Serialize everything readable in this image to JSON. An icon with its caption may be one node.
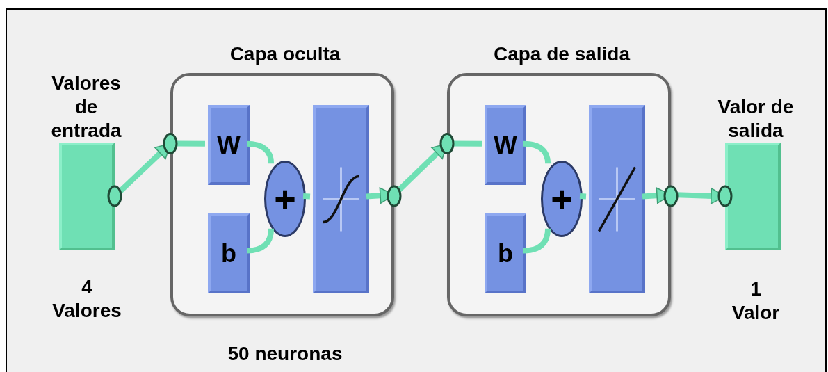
{
  "diagram": {
    "nodes": [
      {
        "text": [
          "Valores de entrada"
        ],
        "beside": [
          "4 Valores"
        ]
      },
      {
        "text": [
          "Capa oculta"
        ],
        "beside": [
          "50 neuronas"
        ]
      },
      {
        "text": [
          "W"
        ],
        "in": 1
      },
      {
        "text": [
          "b"
        ],
        "in": 1
      },
      {
        "text": [
          "+"
        ],
        "in": 1
      },
      {
        "text": [],
        "shape": "box",
        "in": 1
      },
      {
        "text": [
          "Capa de salida"
        ]
      },
      {
        "text": [
          "W"
        ],
        "in": 6
      },
      {
        "text": [
          "b"
        ],
        "in": 6
      },
      {
        "text": [
          "+"
        ],
        "in": 6
      },
      {
        "text": [],
        "shape": "box",
        "in": 6
      },
      {
        "text": [
          "Valor de salida"
        ],
        "beside": [
          "1 Valor"
        ]
      }
    ],
    "edges": [
      {
        "from": 0,
        "to": 1,
        "arrow": "to"
      },
      {
        "from": 1,
        "to": 2,
        "arrow": "other"
      },
      {
        "from": 2,
        "to": 4,
        "arrow": "none"
      },
      {
        "from": 3,
        "to": 4,
        "arrow": "none"
      },
      {
        "from": 4,
        "to": 5,
        "arrow": "none"
      },
      {
        "from": 5,
        "to": 1,
        "arrow": "to"
      },
      {
        "from": 1,
        "to": 6,
        "arrow": "to"
      },
      {
        "from": 6,
        "to": 7,
        "arrow": "other"
      },
      {
        "from": 7,
        "to": 9,
        "arrow": "none"
      },
      {
        "from": 8,
        "to": 9,
        "arrow": "none"
      },
      {
        "from": 9,
        "to": 10,
        "arrow": "none"
      },
      {
        "from": 10,
        "to": 6,
        "arrow": "to"
      },
      {
        "from": 6,
        "to": 11,
        "arrow": "to"
      }
    ]
  }
}
